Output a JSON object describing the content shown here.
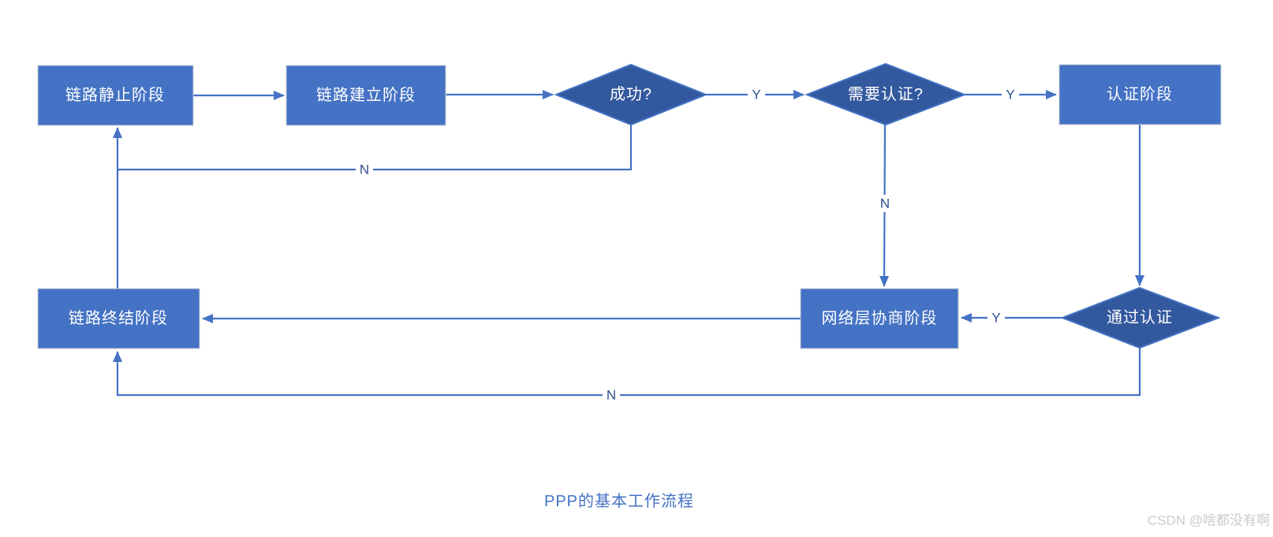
{
  "diagram": {
    "title": "PPP的基本工作流程",
    "watermark": "CSDN @啥都没有啊",
    "colors": {
      "rect_fill": "#4472C4",
      "diamond_fill": "#32589E",
      "connector": "#4472C4",
      "edge_label_text": "#2B4D8C",
      "node_text": "#FFFFFF",
      "title_text": "#4472C4",
      "watermark_text": "#CBCBCB",
      "background": "#FFFFFF"
    },
    "nodes": {
      "link_dead": {
        "label": "链路静止阶段",
        "shape": "rectangle"
      },
      "link_establish": {
        "label": "链路建立阶段",
        "shape": "rectangle"
      },
      "success": {
        "label": "成功?",
        "shape": "diamond"
      },
      "need_auth": {
        "label": "需要认证?",
        "shape": "diamond"
      },
      "auth_phase": {
        "label": "认证阶段",
        "shape": "rectangle"
      },
      "network_phase": {
        "label": "网络层协商阶段",
        "shape": "rectangle"
      },
      "pass_auth": {
        "label": "通过认证",
        "shape": "diamond"
      },
      "link_terminate": {
        "label": "链路终结阶段",
        "shape": "rectangle"
      }
    },
    "edge_labels": {
      "success_yes": "Y",
      "need_auth_yes": "Y",
      "success_no": "N",
      "need_auth_no": "N",
      "pass_auth_yes": "Y",
      "pass_auth_no": "N"
    }
  }
}
